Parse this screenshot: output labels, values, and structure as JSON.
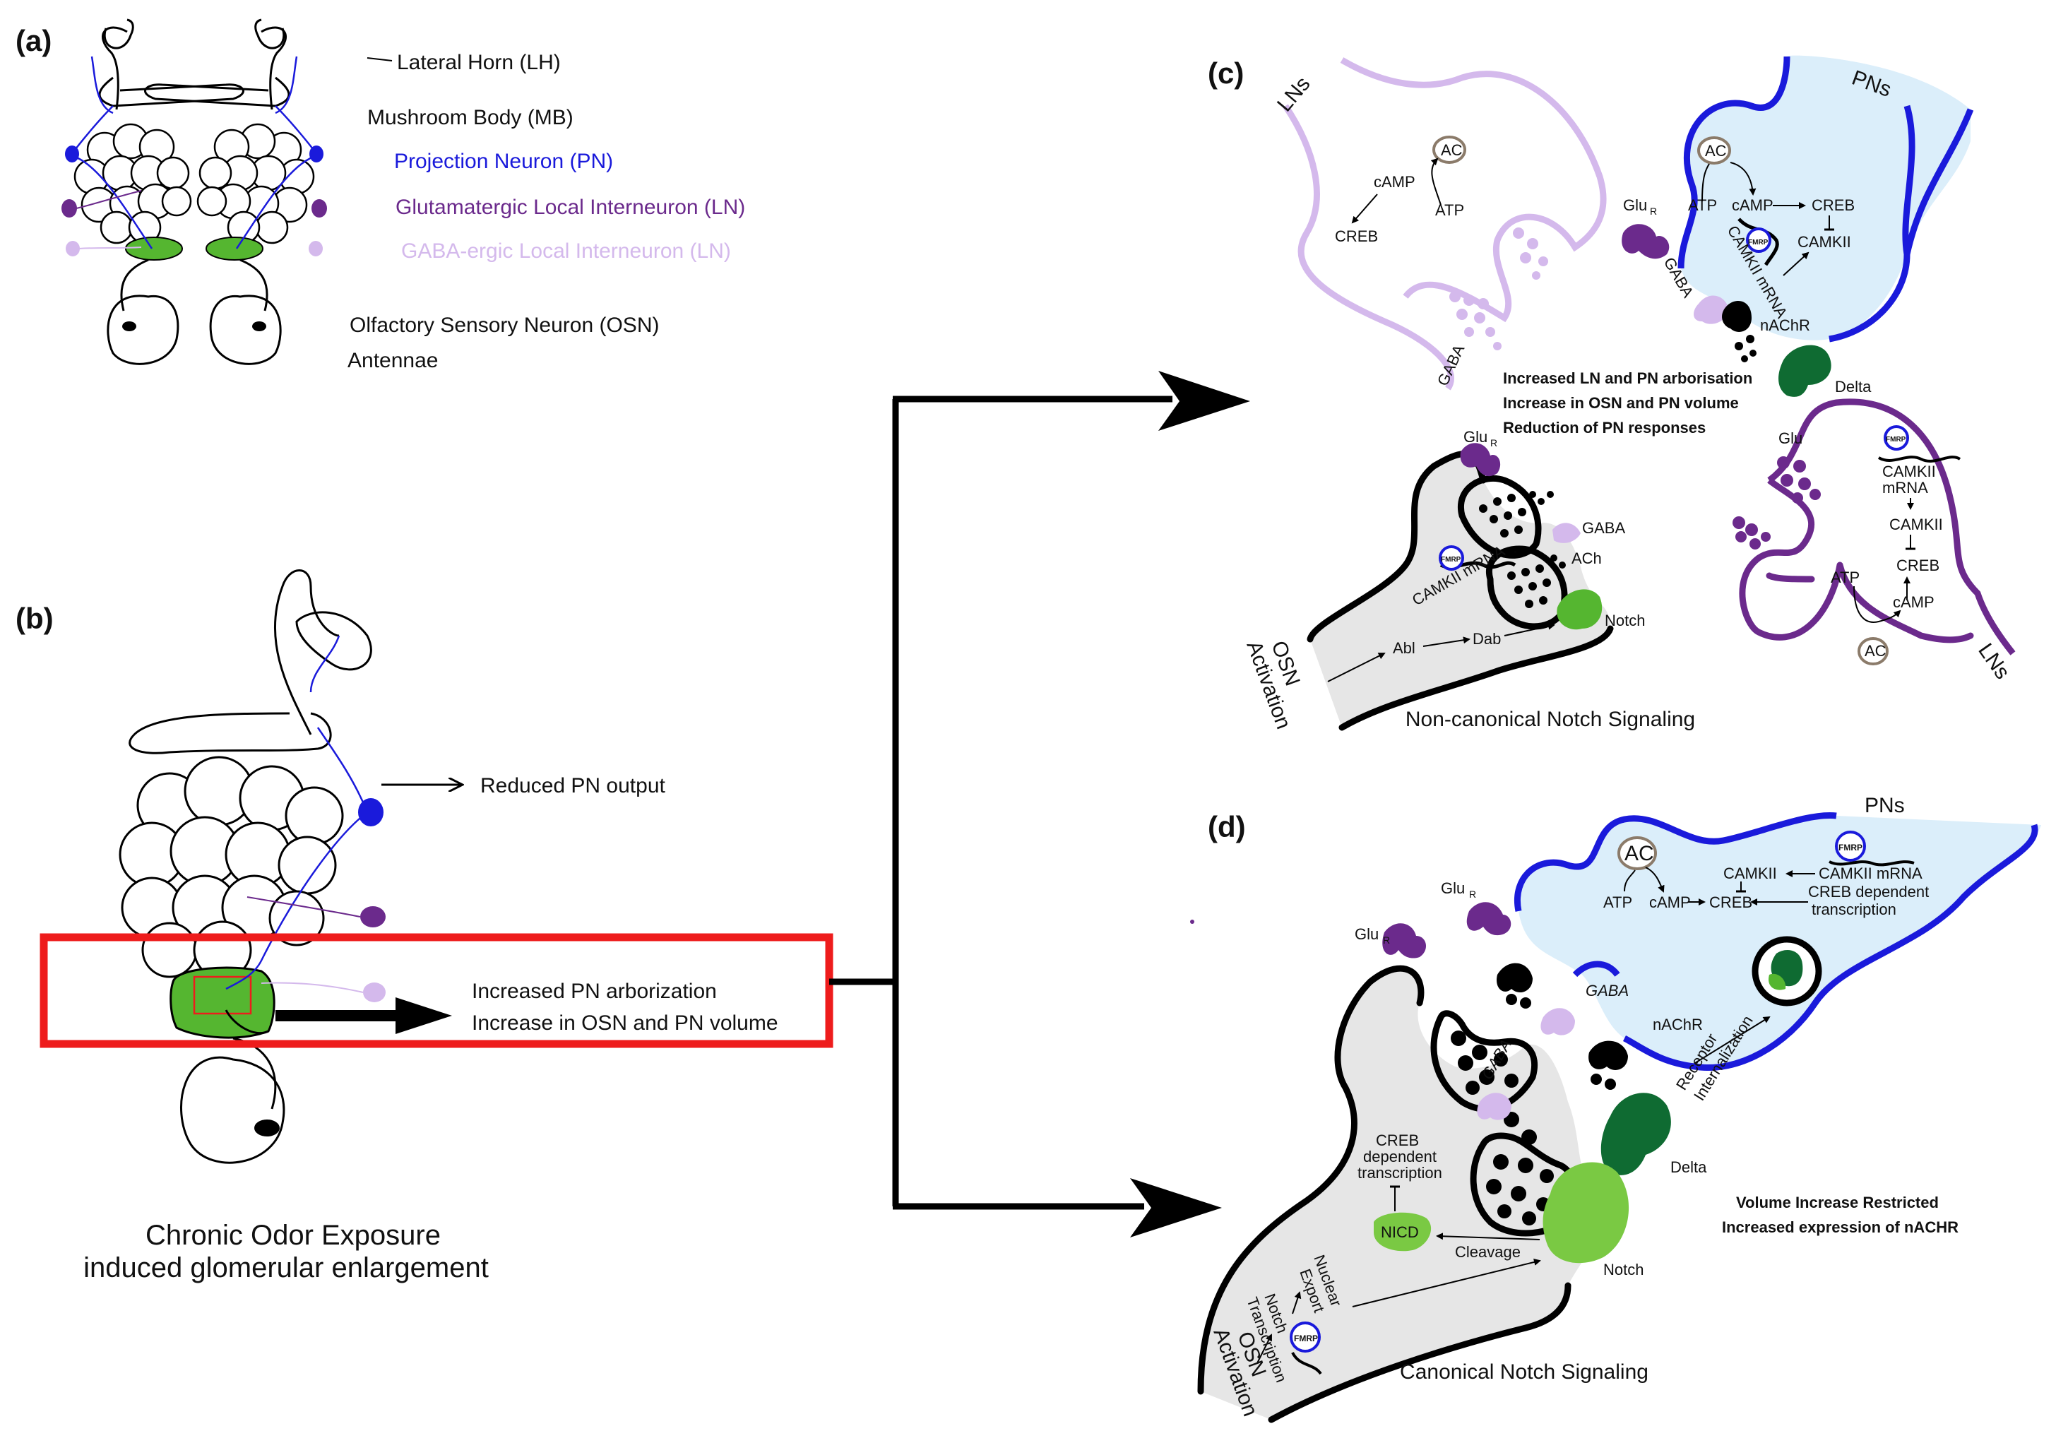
{
  "panels": {
    "a": "(a)",
    "b": "(b)",
    "c": "(c)",
    "d": "(d)"
  },
  "colors": {
    "pn_blue": "#1a1adb",
    "glut_purple": "#6b2a8c",
    "gaba_lilac": "#d4b9ec",
    "glom_green": "#55b630",
    "dark_green": "#0f6b32",
    "pn_fill": "#dbeefa",
    "osn_fill": "#e6e6e6",
    "highlight_red": "#ee1c1c"
  },
  "a": {
    "lh": "Lateral Horn (LH)",
    "mb": "Mushroom Body (MB)",
    "pn": "Projection Neuron (PN)",
    "glut_ln": "Glutamatergic Local Interneuron (LN)",
    "gaba_ln": "GABA-ergic Local Interneuron (LN)",
    "osn": "Olfactory Sensory Neuron (OSN)",
    "antennae": "Antennae"
  },
  "b": {
    "reduced": "Reduced PN output",
    "arbor": "Increased PN arborization",
    "volume": "Increase in OSN and PN volume",
    "caption1": "Chronic Odor Exposure",
    "caption2": "induced glomerular enlargement"
  },
  "c": {
    "lns_top": "LNs",
    "pns": "PNs",
    "ac": "AC",
    "camp": "cAMP",
    "atp": "ATP",
    "creb": "CREB",
    "gaba": "GABA",
    "camkii": "CAMKII",
    "camkii_mrna": "CAMKII mRNA",
    "fmrp": "FMRP",
    "glu_r": "Glu",
    "r_sub": "R",
    "gaba_r": "GABA",
    "nachr": "nAChR",
    "delta": "Delta",
    "summary1": "Increased LN and PN arborisation",
    "summary2": "Increase in OSN and PN volume",
    "summary3": "Reduction of PN responses",
    "ach": "ACh",
    "notch": "Notch",
    "abl": "Abl",
    "dab": "Dab",
    "osn": "OSN",
    "activation": "Activation",
    "caption": "Non-canonical Notch Signaling",
    "glu": "Glu",
    "mrna": "mRNA",
    "lns_bottom": "LNs"
  },
  "d": {
    "pns": "PNs",
    "ac": "AC",
    "atp": "ATP",
    "camp": "cAMP",
    "creb": "CREB",
    "camkii": "CAMKII",
    "camkii_mrna": "CAMKII mRNA",
    "fmrp": "FMRP",
    "creb_dep1": "CREB dependent",
    "creb_dep2": "transcription",
    "glu_r": "Glu",
    "r_sub": "R",
    "gaba_r": "GABA",
    "nachr": "nAChR",
    "receptor": "Receptor",
    "internalization": "Internalization",
    "delta": "Delta",
    "creb2": "CREB",
    "dependent": "dependent",
    "transcription": "transcription",
    "nicd": "NICD",
    "cleavage": "Cleavage",
    "notch": "Notch",
    "nuclear": "Nuclear",
    "export": "Export",
    "notch2": "Notch",
    "transcription2": "Transcription",
    "osn": "OSN",
    "activation": "Activation",
    "caption": "Canonical Notch Signaling",
    "restricted": "Volume Increase Restricted",
    "nachr_expr": "Increased expression of nACHR"
  }
}
